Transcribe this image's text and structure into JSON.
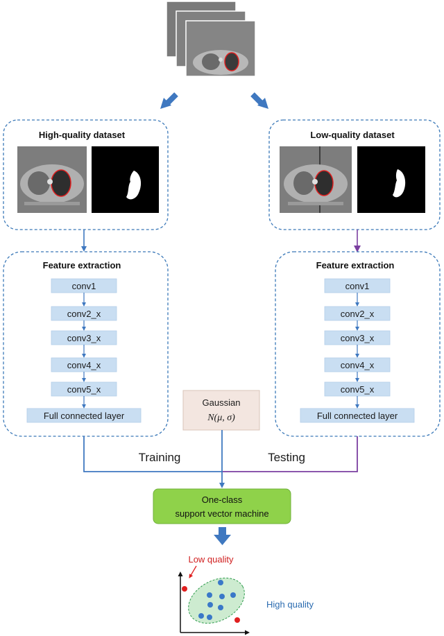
{
  "colors": {
    "blue_arrow": "#3f78c0",
    "purple_arrow": "#7b3fa0",
    "box_border": "#3a78b8",
    "layer_fill": "#c9def2",
    "gaussian_fill": "#f3e6e0",
    "svm_fill": "#8fd24a",
    "ellipse_fill": "#cdebd0",
    "ellipse_border": "#2e9b4c",
    "point_blue": "#3a78c8",
    "point_red": "#e02020",
    "high_quality_text": "#2a6bb0",
    "low_quality_text": "#d02020"
  },
  "left_dataset": {
    "title": "High-quality dataset"
  },
  "right_dataset": {
    "title": "Low-quality dataset"
  },
  "left_features": {
    "title": "Feature extraction",
    "layers": [
      "conv1",
      "conv2_x",
      "conv3_x",
      "conv4_x",
      "conv5_x",
      "Full connected layer"
    ]
  },
  "right_features": {
    "title": "Feature extraction",
    "layers": [
      "conv1",
      "conv2_x",
      "conv3_x",
      "conv4_x",
      "conv5_x",
      "Full connected layer"
    ]
  },
  "gaussian": {
    "line1": "Gaussian",
    "line2": "N(μ, σ)"
  },
  "flow": {
    "training": "Training",
    "testing": "Testing"
  },
  "svm": {
    "line1": "One-class",
    "line2": "support vector machine"
  },
  "result": {
    "low_quality": "Low quality",
    "high_quality": "High quality"
  },
  "icons": {
    "ct_stack": "ct-image-stack",
    "ct_slice": "ct-slice-image",
    "mask": "lung-mask-image"
  }
}
